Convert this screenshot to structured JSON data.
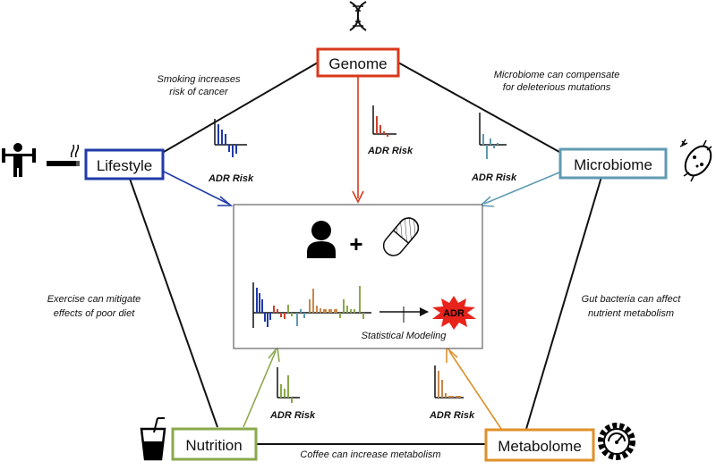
{
  "nodes": {
    "genome": {
      "label": "Genome",
      "color": "#d9391b"
    },
    "lifestyle": {
      "label": "Lifestyle",
      "color": "#1f3aa8"
    },
    "microbiome": {
      "label": "Microbiome",
      "color": "#5f9bb2"
    },
    "nutrition": {
      "label": "Nutrition",
      "color": "#8aa84b"
    },
    "metabolome": {
      "label": "Metabolome",
      "color": "#e0902b"
    }
  },
  "annotations": {
    "genome_lifestyle": [
      "Smoking increases",
      "risk of cancer"
    ],
    "genome_microbiome": [
      "Microbiome can compensate",
      "for deleterious mutations"
    ],
    "lifestyle_nutrition": [
      "Exercise can mitigate",
      "effects of poor diet"
    ],
    "microbiome_metabolome": [
      "Gut bacteria can affect",
      "nutrient metabolism"
    ],
    "nutrition_metabolome": [
      "Coffee can increase metabolism"
    ]
  },
  "risk_label": "ADR Risk",
  "center": {
    "plus": "+",
    "adr": "ADR",
    "modeling": "Statistical Modeling"
  },
  "colors": {
    "edge": "#111111",
    "adr_burst": "#e8231b",
    "box_border": "#444444"
  },
  "icons": [
    "dna-icon",
    "weightlifter-icon",
    "cigarette-icon",
    "bacteria-icon",
    "drink-icon",
    "gear-gauge-icon",
    "person-icon",
    "pill-icon"
  ]
}
